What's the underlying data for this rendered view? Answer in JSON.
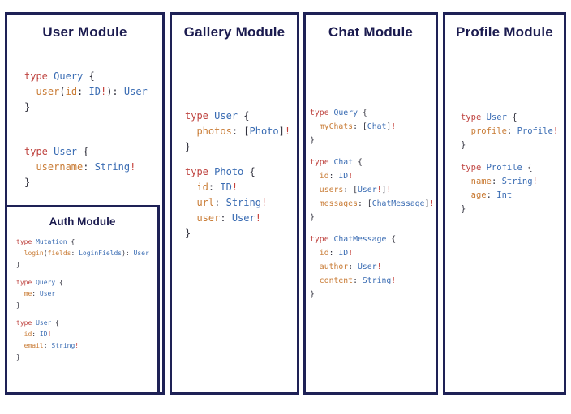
{
  "colors": {
    "border_navy": "#1e2156",
    "title_navy": "#1b1b4f",
    "keyword_red": "#bf4440",
    "type_blue": "#3a6cb3",
    "field_orange": "#c97c36",
    "punct_dark": "#32323e",
    "bang_red": "#c5423c",
    "panel_bg": "#ffffff"
  },
  "panels": {
    "user": {
      "title": "User Module",
      "code": [
        [
          {
            "c": "kw",
            "s": "type "
          },
          {
            "c": "ty",
            "s": "Query"
          },
          {
            "c": "pn",
            "s": " {"
          }
        ],
        [
          {
            "c": "pn",
            "s": "  "
          },
          {
            "c": "fld",
            "s": "user"
          },
          {
            "c": "pn",
            "s": "("
          },
          {
            "c": "fld",
            "s": "id"
          },
          {
            "c": "pn",
            "s": ": "
          },
          {
            "c": "ty",
            "s": "ID"
          },
          {
            "c": "bg",
            "s": "!"
          },
          {
            "c": "pn",
            "s": "): "
          },
          {
            "c": "ty",
            "s": "User"
          }
        ],
        [
          {
            "c": "pn",
            "s": "}"
          }
        ],
        [],
        [],
        [],
        [
          {
            "c": "kw",
            "s": "type "
          },
          {
            "c": "ty",
            "s": "User"
          },
          {
            "c": "pn",
            "s": " {"
          }
        ],
        [
          {
            "c": "pn",
            "s": "  "
          },
          {
            "c": "fld",
            "s": "username"
          },
          {
            "c": "pn",
            "s": ": "
          },
          {
            "c": "ty",
            "s": "String"
          },
          {
            "c": "bg",
            "s": "!"
          }
        ],
        [
          {
            "c": "pn",
            "s": "}"
          }
        ]
      ]
    },
    "auth": {
      "title": "Auth Module",
      "code": [
        [
          {
            "c": "kw",
            "s": "type "
          },
          {
            "c": "ty",
            "s": "Mutation"
          },
          {
            "c": "pn",
            "s": " {"
          }
        ],
        [
          {
            "c": "pn",
            "s": "  "
          },
          {
            "c": "fld",
            "s": "login"
          },
          {
            "c": "pn",
            "s": "("
          },
          {
            "c": "fld",
            "s": "fields"
          },
          {
            "c": "pn",
            "s": ": "
          },
          {
            "c": "ty",
            "s": "LoginFields"
          },
          {
            "c": "pn",
            "s": "): "
          },
          {
            "c": "ty",
            "s": "User"
          }
        ],
        [
          {
            "c": "pn",
            "s": "}"
          }
        ],
        [],
        [
          {
            "c": "kw",
            "s": "type "
          },
          {
            "c": "ty",
            "s": "Query"
          },
          {
            "c": "pn",
            "s": " {"
          }
        ],
        [
          {
            "c": "pn",
            "s": "  "
          },
          {
            "c": "fld",
            "s": "me"
          },
          {
            "c": "pn",
            "s": ": "
          },
          {
            "c": "ty",
            "s": "User"
          }
        ],
        [
          {
            "c": "pn",
            "s": "}"
          }
        ],
        [],
        [
          {
            "c": "kw",
            "s": "type "
          },
          {
            "c": "ty",
            "s": "User"
          },
          {
            "c": "pn",
            "s": " {"
          }
        ],
        [
          {
            "c": "pn",
            "s": "  "
          },
          {
            "c": "fld",
            "s": "id"
          },
          {
            "c": "pn",
            "s": ": "
          },
          {
            "c": "ty",
            "s": "ID"
          },
          {
            "c": "bg",
            "s": "!"
          }
        ],
        [
          {
            "c": "pn",
            "s": "  "
          },
          {
            "c": "fld",
            "s": "email"
          },
          {
            "c": "pn",
            "s": ": "
          },
          {
            "c": "ty",
            "s": "String"
          },
          {
            "c": "bg",
            "s": "!"
          }
        ],
        [
          {
            "c": "pn",
            "s": "}"
          }
        ]
      ]
    },
    "gallery": {
      "title": "Gallery Module",
      "code": [
        [
          {
            "c": "kw",
            "s": "type "
          },
          {
            "c": "ty",
            "s": "User"
          },
          {
            "c": "pn",
            "s": " {"
          }
        ],
        [
          {
            "c": "pn",
            "s": "  "
          },
          {
            "c": "fld",
            "s": "photos"
          },
          {
            "c": "pn",
            "s": ": ["
          },
          {
            "c": "ty",
            "s": "Photo"
          },
          {
            "c": "pn",
            "s": "]"
          },
          {
            "c": "bg",
            "s": "!"
          }
        ],
        [
          {
            "c": "pn",
            "s": "}"
          }
        ],
        [],
        [
          {
            "c": "kw",
            "s": "type "
          },
          {
            "c": "ty",
            "s": "Photo"
          },
          {
            "c": "pn",
            "s": " {"
          }
        ],
        [
          {
            "c": "pn",
            "s": "  "
          },
          {
            "c": "fld",
            "s": "id"
          },
          {
            "c": "pn",
            "s": ": "
          },
          {
            "c": "ty",
            "s": "ID"
          },
          {
            "c": "bg",
            "s": "!"
          }
        ],
        [
          {
            "c": "pn",
            "s": "  "
          },
          {
            "c": "fld",
            "s": "url"
          },
          {
            "c": "pn",
            "s": ": "
          },
          {
            "c": "ty",
            "s": "String"
          },
          {
            "c": "bg",
            "s": "!"
          }
        ],
        [
          {
            "c": "pn",
            "s": "  "
          },
          {
            "c": "fld",
            "s": "user"
          },
          {
            "c": "pn",
            "s": ": "
          },
          {
            "c": "ty",
            "s": "User"
          },
          {
            "c": "bg",
            "s": "!"
          }
        ],
        [
          {
            "c": "pn",
            "s": "}"
          }
        ]
      ]
    },
    "chat": {
      "title": "Chat Module",
      "code": [
        [
          {
            "c": "kw",
            "s": "type "
          },
          {
            "c": "ty",
            "s": "Query"
          },
          {
            "c": "pn",
            "s": " {"
          }
        ],
        [
          {
            "c": "pn",
            "s": "  "
          },
          {
            "c": "fld",
            "s": "myChats"
          },
          {
            "c": "pn",
            "s": ": ["
          },
          {
            "c": "ty",
            "s": "Chat"
          },
          {
            "c": "pn",
            "s": "]"
          },
          {
            "c": "bg",
            "s": "!"
          }
        ],
        [
          {
            "c": "pn",
            "s": "}"
          }
        ],
        [],
        [
          {
            "c": "kw",
            "s": "type "
          },
          {
            "c": "ty",
            "s": "Chat"
          },
          {
            "c": "pn",
            "s": " {"
          }
        ],
        [
          {
            "c": "pn",
            "s": "  "
          },
          {
            "c": "fld",
            "s": "id"
          },
          {
            "c": "pn",
            "s": ": "
          },
          {
            "c": "ty",
            "s": "ID"
          },
          {
            "c": "bg",
            "s": "!"
          }
        ],
        [
          {
            "c": "pn",
            "s": "  "
          },
          {
            "c": "fld",
            "s": "users"
          },
          {
            "c": "pn",
            "s": ": ["
          },
          {
            "c": "ty",
            "s": "User"
          },
          {
            "c": "bg",
            "s": "!"
          },
          {
            "c": "pn",
            "s": "]"
          },
          {
            "c": "bg",
            "s": "!"
          }
        ],
        [
          {
            "c": "pn",
            "s": "  "
          },
          {
            "c": "fld",
            "s": "messages"
          },
          {
            "c": "pn",
            "s": ": ["
          },
          {
            "c": "ty",
            "s": "ChatMessage"
          },
          {
            "c": "pn",
            "s": "]"
          },
          {
            "c": "bg",
            "s": "!"
          }
        ],
        [
          {
            "c": "pn",
            "s": "}"
          }
        ],
        [],
        [
          {
            "c": "kw",
            "s": "type "
          },
          {
            "c": "ty",
            "s": "ChatMessage"
          },
          {
            "c": "pn",
            "s": " {"
          }
        ],
        [
          {
            "c": "pn",
            "s": "  "
          },
          {
            "c": "fld",
            "s": "id"
          },
          {
            "c": "pn",
            "s": ": "
          },
          {
            "c": "ty",
            "s": "ID"
          },
          {
            "c": "bg",
            "s": "!"
          }
        ],
        [
          {
            "c": "pn",
            "s": "  "
          },
          {
            "c": "fld",
            "s": "author"
          },
          {
            "c": "pn",
            "s": ": "
          },
          {
            "c": "ty",
            "s": "User"
          },
          {
            "c": "bg",
            "s": "!"
          }
        ],
        [
          {
            "c": "pn",
            "s": "  "
          },
          {
            "c": "fld",
            "s": "content"
          },
          {
            "c": "pn",
            "s": ": "
          },
          {
            "c": "ty",
            "s": "String"
          },
          {
            "c": "bg",
            "s": "!"
          }
        ],
        [
          {
            "c": "pn",
            "s": "}"
          }
        ]
      ]
    },
    "profile": {
      "title": "Profile Module",
      "code": [
        [
          {
            "c": "kw",
            "s": "type "
          },
          {
            "c": "ty",
            "s": "User"
          },
          {
            "c": "pn",
            "s": " {"
          }
        ],
        [
          {
            "c": "pn",
            "s": "  "
          },
          {
            "c": "fld",
            "s": "profile"
          },
          {
            "c": "pn",
            "s": ": "
          },
          {
            "c": "ty",
            "s": "Profile"
          },
          {
            "c": "bg",
            "s": "!"
          }
        ],
        [
          {
            "c": "pn",
            "s": "}"
          }
        ],
        [],
        [
          {
            "c": "kw",
            "s": "type "
          },
          {
            "c": "ty",
            "s": "Profile"
          },
          {
            "c": "pn",
            "s": " {"
          }
        ],
        [
          {
            "c": "pn",
            "s": "  "
          },
          {
            "c": "fld",
            "s": "name"
          },
          {
            "c": "pn",
            "s": ": "
          },
          {
            "c": "ty",
            "s": "String"
          },
          {
            "c": "bg",
            "s": "!"
          }
        ],
        [
          {
            "c": "pn",
            "s": "  "
          },
          {
            "c": "fld",
            "s": "age"
          },
          {
            "c": "pn",
            "s": ": "
          },
          {
            "c": "ty",
            "s": "Int"
          }
        ],
        [
          {
            "c": "pn",
            "s": "}"
          }
        ]
      ]
    }
  }
}
